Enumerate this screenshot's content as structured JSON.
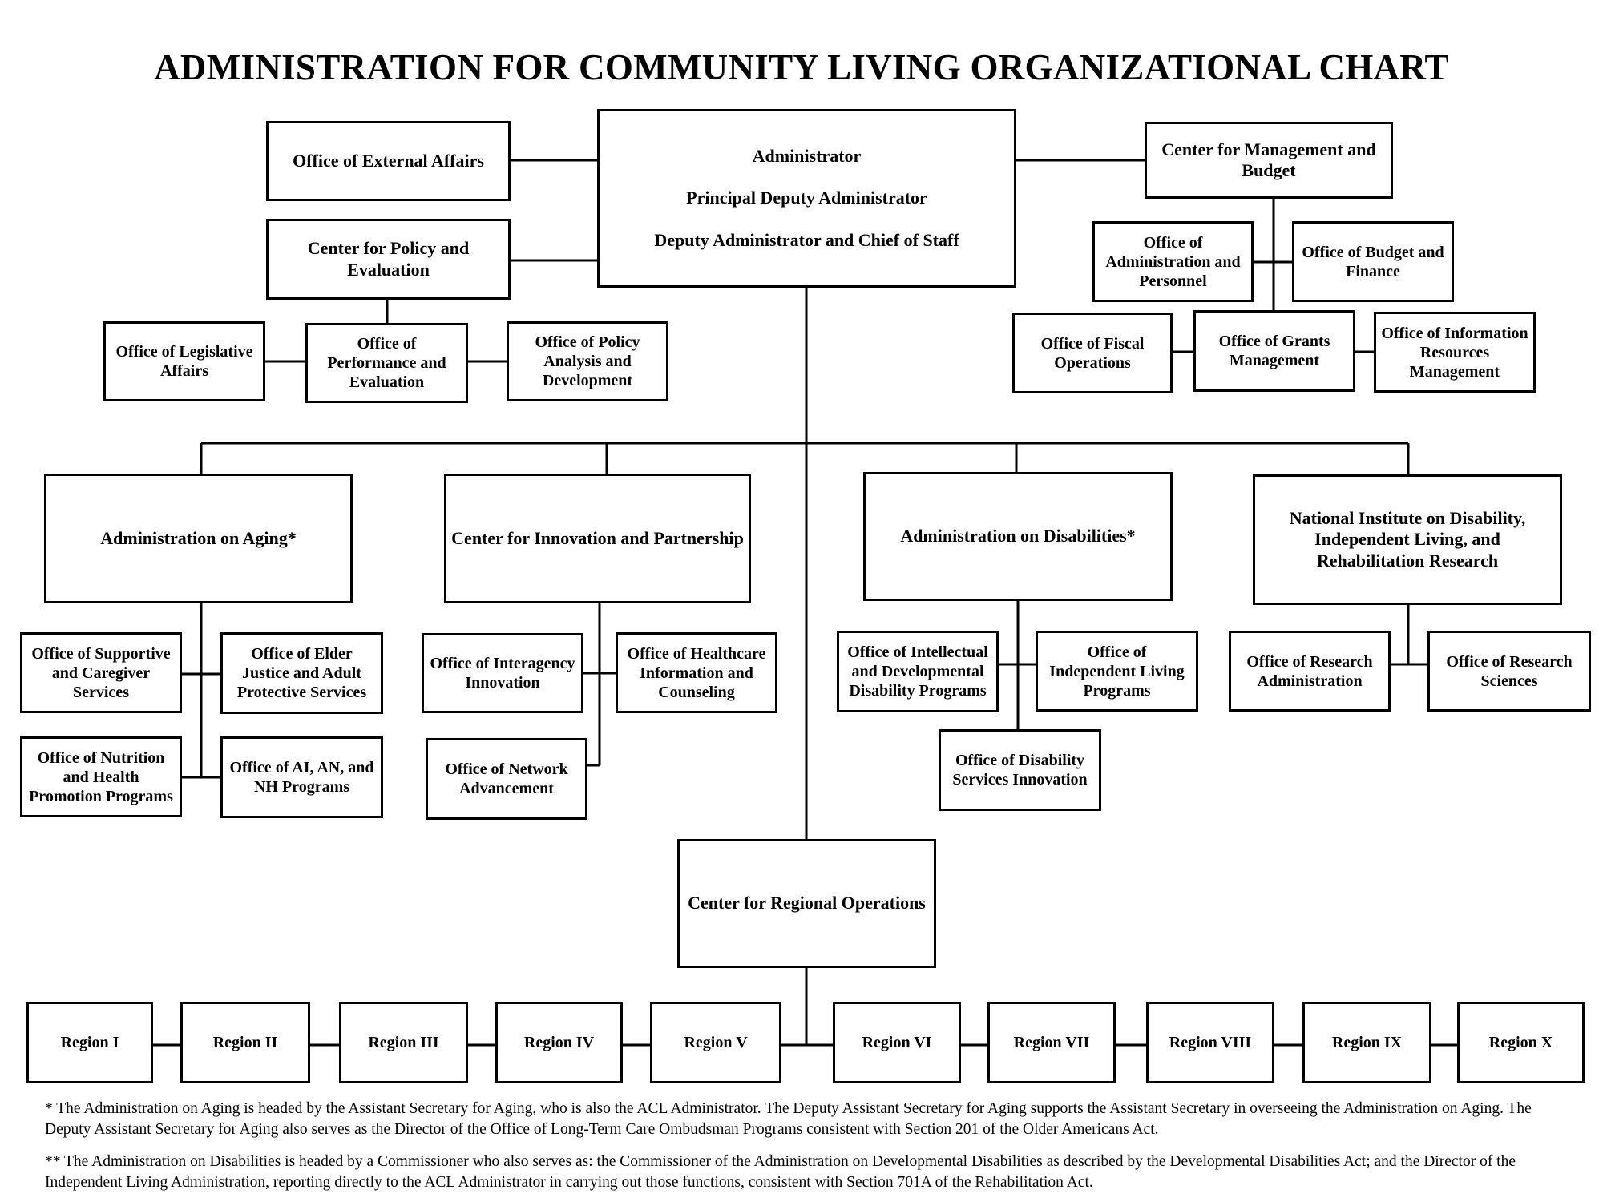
{
  "title": "ADMINISTRATION FOR COMMUNITY LIVING ORGANIZATIONAL CHART",
  "nodes": {
    "administrator": [
      "Administrator",
      "Principal Deputy Administrator",
      "Deputy Administrator and Chief of Staff"
    ],
    "external_affairs": "Office of External Affairs",
    "policy_evaluation": "Center for Policy and Evaluation",
    "legislative_affairs": "Office of Legislative Affairs",
    "performance_evaluation": "Office of Performance and Evaluation",
    "policy_analysis": "Office of Policy Analysis and Development",
    "management_budget": "Center for Management and Budget",
    "admin_personnel": "Office of Administration and Personnel",
    "budget_finance": "Office of Budget and Finance",
    "fiscal_operations": "Office of Fiscal Operations",
    "grants_management": "Office of Grants Management",
    "info_resources": "Office of Information Resources Management",
    "aging": "Administration on Aging*",
    "supportive_caregiver": "Office of Supportive and Caregiver Services",
    "elder_justice": "Office of Elder Justice and Adult Protective Services",
    "nutrition_health": "Office of Nutrition and Health Promotion Programs",
    "ai_an_nh": "Office of AI, AN, and NH Programs",
    "innovation_partnership": "Center for Innovation and Partnership",
    "interagency_innovation": "Office of Interagency Innovation",
    "healthcare_info": "Office of Healthcare Information and Counseling",
    "network_advancement": "Office of Network Advancement",
    "disabilities": "Administration on Disabilities*",
    "idd_programs": "Office of Intellectual and Developmental Disability Programs",
    "independent_living": "Office of Independent Living Programs",
    "disability_services": "Office of Disability Services Innovation",
    "nidilrr": "National Institute on Disability, Independent Living, and Rehabilitation Research",
    "research_admin": "Office of Research Administration",
    "research_sciences": "Office of Research Sciences",
    "regional_operations": "Center for Regional Operations"
  },
  "regions": [
    "Region I",
    "Region II",
    "Region III",
    "Region IV",
    "Region V",
    "Region VI",
    "Region VII",
    "Region VIII",
    "Region IX",
    "Region X"
  ],
  "footnotes": [
    "* The Administration on Aging is headed by the Assistant Secretary for Aging, who is also the ACL Administrator. The Deputy Assistant Secretary for Aging supports the Assistant Secretary in overseeing the Administration on Aging.  The Deputy Assistant Secretary for Aging also serves as the Director of the Office of Long-Term Care Ombudsman Programs consistent with Section 201 of the Older Americans Act.",
    "** The Administration on Disabilities is headed by a Commissioner who also serves as: the Commissioner of the Administration on Developmental Disabilities as described by the Developmental Disabilities Act; and the Director of the Independent Living Administration, reporting directly to the ACL Administrator in carrying out those functions, consistent with Section 701A of the Rehabilitation Act."
  ]
}
